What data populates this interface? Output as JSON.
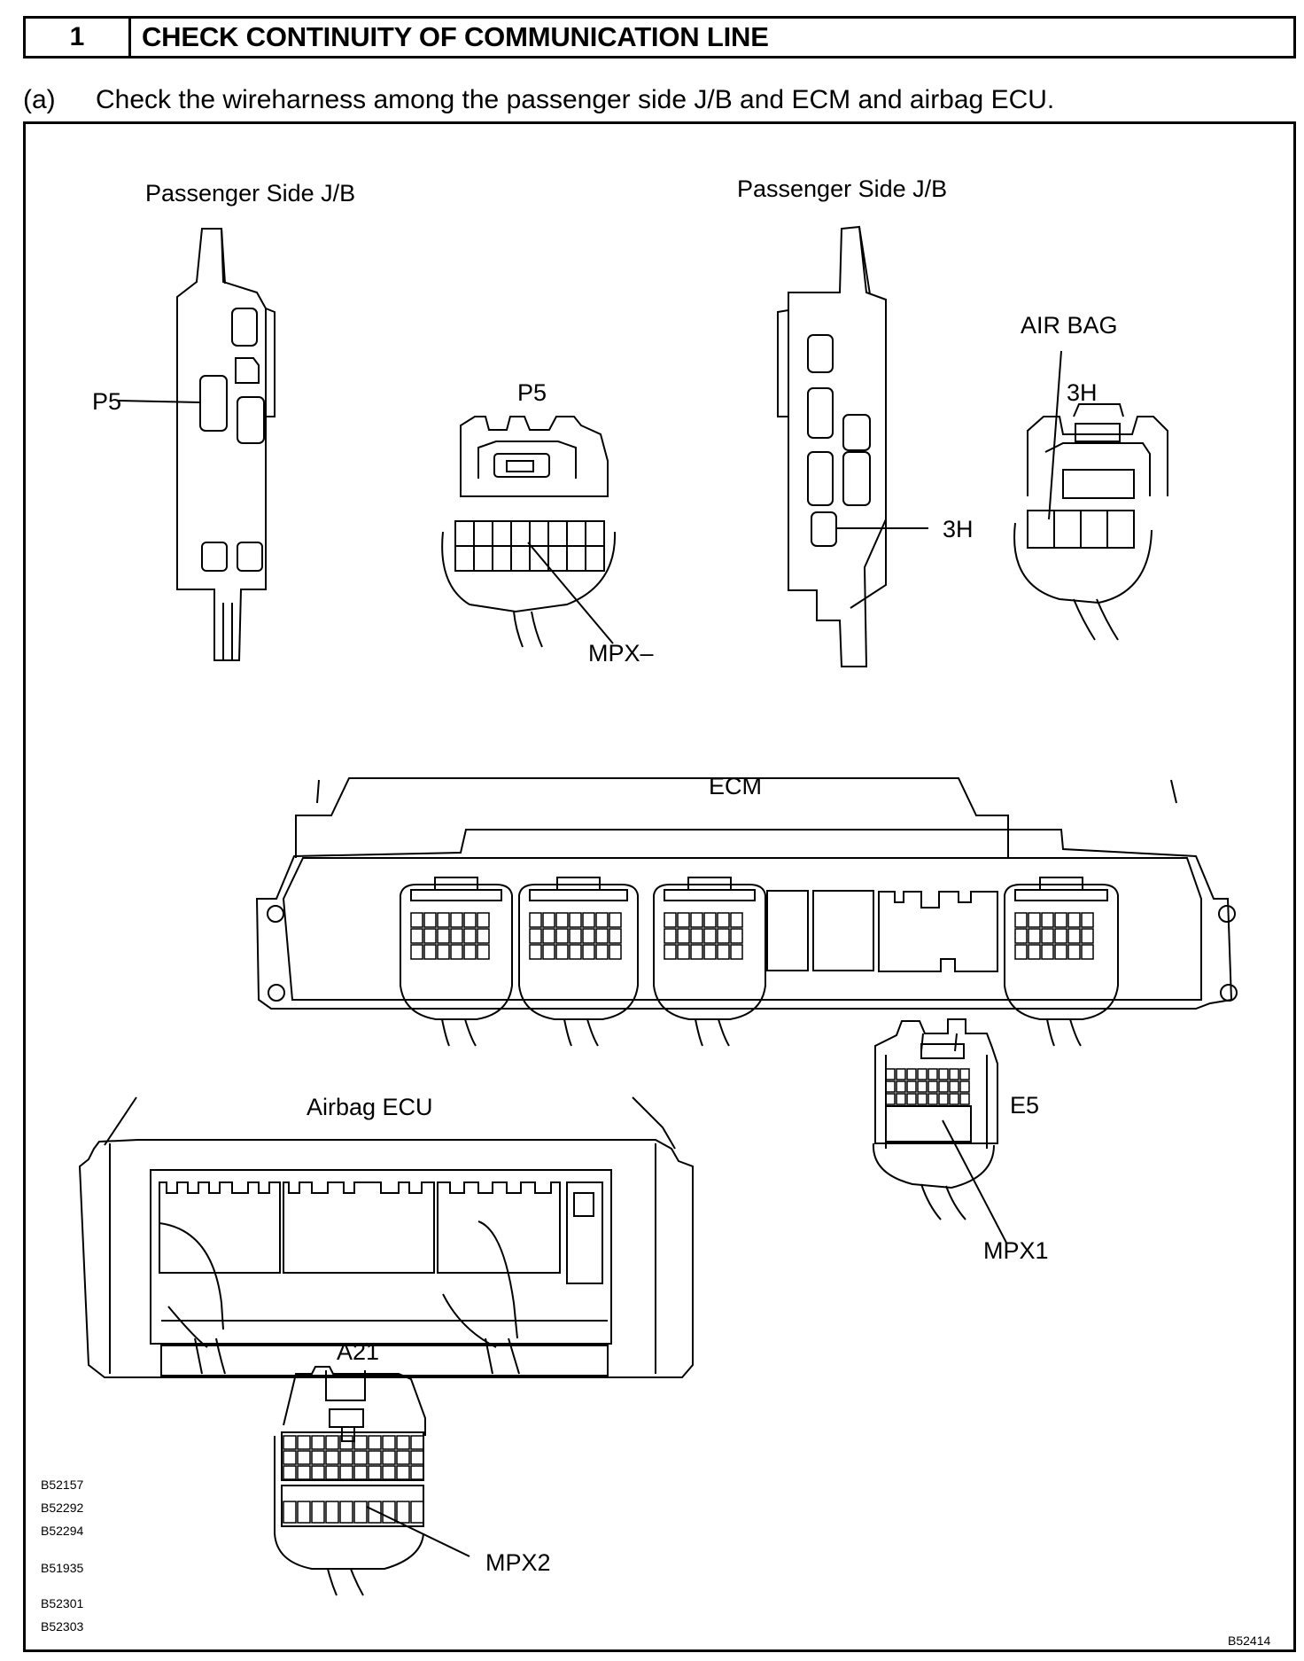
{
  "header": {
    "step_number": "1",
    "title": "CHECK CONTINUITY OF COMMUNICATION LINE"
  },
  "instruction": {
    "label": "(a)",
    "text": "Check the wireharness among the passenger side J/B and ECM and airbag ECU."
  },
  "diagram": {
    "jb_left_title": "Passenger Side J/B",
    "jb_right_title": "Passenger Side J/B",
    "p5_callout": "P5",
    "p5_connector_label": "P5",
    "mpx_minus_label": "MPX–",
    "air_bag_label": "AIR BAG",
    "h3_connector_label": "3H",
    "h3_callout": "3H",
    "ecm_title": "ECM",
    "e5_label": "E5",
    "mpx1_label": "MPX1",
    "airbag_ecu_title": "Airbag ECU",
    "a21_label": "A21",
    "mpx2_label": "MPX2",
    "reference_codes": [
      "B52157",
      "B52292",
      "B52294",
      "B51935",
      "B52301",
      "B52303"
    ],
    "figure_code": "B52414"
  }
}
